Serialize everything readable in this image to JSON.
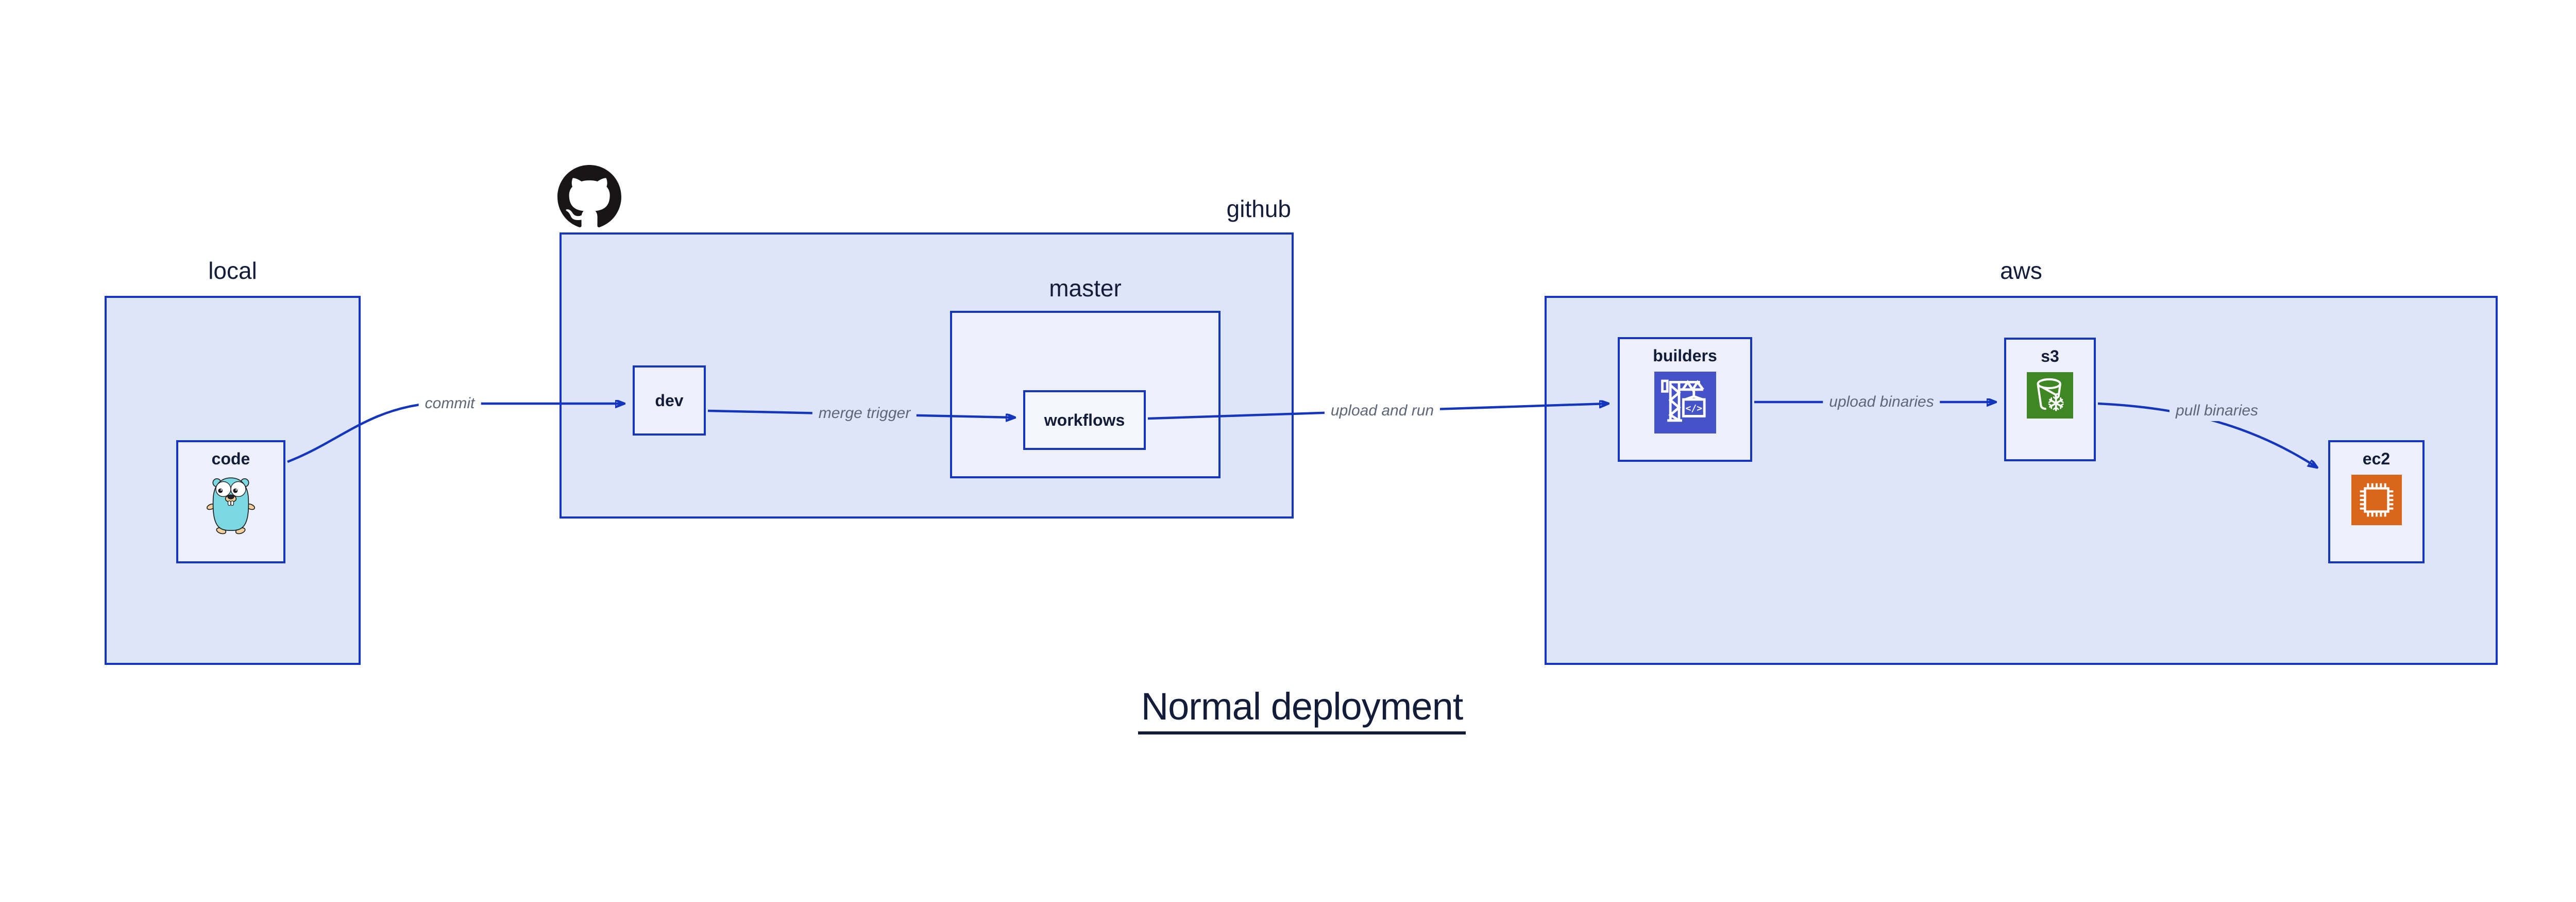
{
  "title": "Normal deployment",
  "containers": {
    "local": {
      "label": "local"
    },
    "github": {
      "label": "github"
    },
    "master": {
      "label": "master"
    },
    "aws": {
      "label": "aws"
    }
  },
  "nodes": {
    "code": {
      "label": "code",
      "icon": "go-gopher-icon"
    },
    "dev": {
      "label": "dev"
    },
    "workflows": {
      "label": "workflows"
    },
    "builders": {
      "label": "builders",
      "icon": "codebuild-crane-icon"
    },
    "s3": {
      "label": "s3",
      "icon": "s3-bucket-snowflake-icon"
    },
    "ec2": {
      "label": "ec2",
      "icon": "ec2-chip-icon"
    }
  },
  "edges": [
    {
      "from": "code",
      "to": "dev",
      "label": "commit"
    },
    {
      "from": "dev",
      "to": "workflows",
      "label": "merge trigger"
    },
    {
      "from": "workflows",
      "to": "builders",
      "label": "upload and run"
    },
    {
      "from": "builders",
      "to": "s3",
      "label": "upload binaries"
    },
    {
      "from": "s3",
      "to": "ec2",
      "label": "pull binaries"
    }
  ],
  "icons": {
    "codebuild_glyph": "</>"
  },
  "colors": {
    "arrow_and_border_blue": "#1435bd",
    "container_fill": "#dfe5f8",
    "node_fill": "#edf0fb",
    "inner_node_fill": "#f4f6fd",
    "label_navy": "#131c38",
    "edge_label_gray": "#5e6677",
    "octocat_black": "#171515",
    "gopher_teal": "#7bd7e2",
    "gopher_tan": "#f2cf9f",
    "codebuild_indigo": "#4553c9",
    "s3_green": "#3f8624",
    "ec2_orange": "#d9661a"
  }
}
